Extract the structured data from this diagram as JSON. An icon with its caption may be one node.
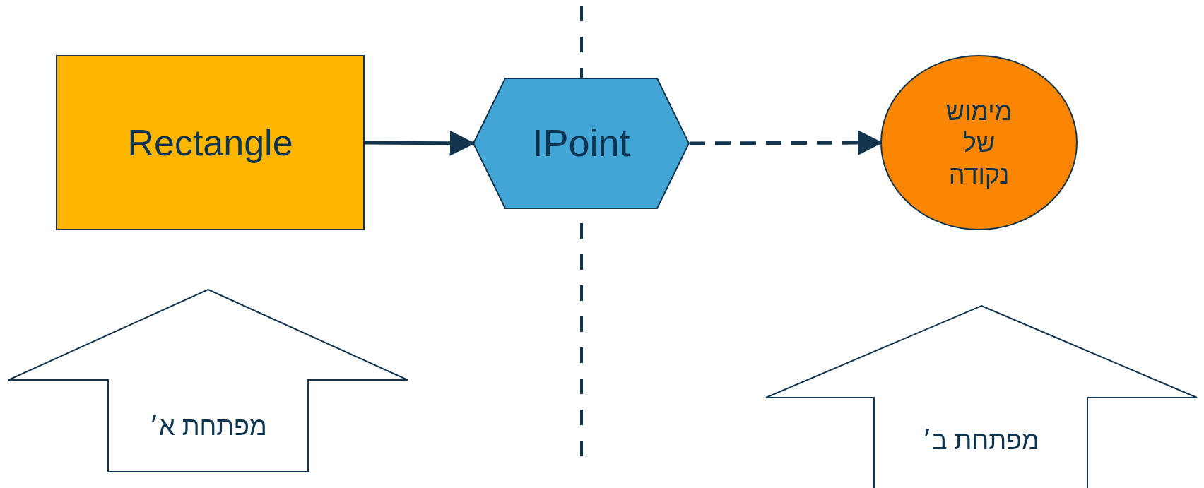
{
  "diagram": {
    "nodes": [
      {
        "text": [
          "Rectangle"
        ]
      },
      {
        "text": [
          "IPoint"
        ]
      },
      {
        "text": [
          "מימוש של נקודה"
        ]
      },
      {
        "text": [
          "מפתחת א׳"
        ]
      },
      {
        "text": [
          "מפתחת ב׳"
        ]
      }
    ],
    "edges": [
      {
        "from": 0,
        "to": 1,
        "arrow": "to"
      },
      {
        "from": 1,
        "to": 2,
        "arrow": "to",
        "style": "dashed"
      }
    ]
  }
}
